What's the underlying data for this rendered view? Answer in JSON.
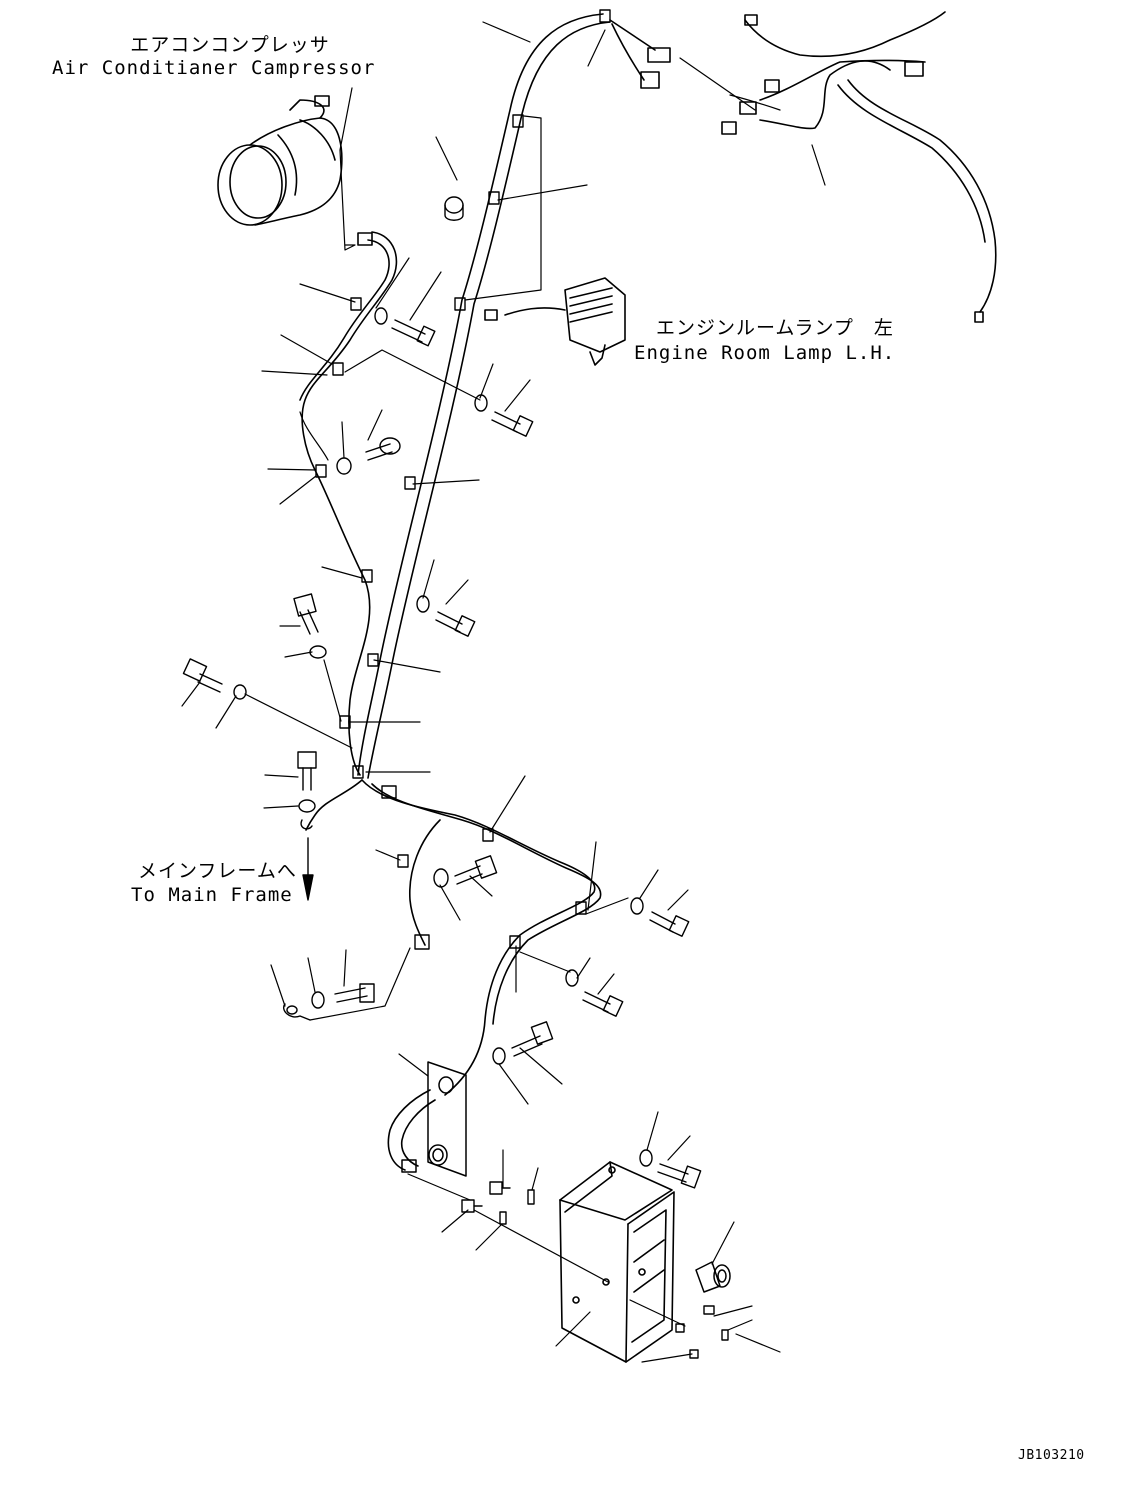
{
  "labels": {
    "compressor_jp": "エアコンコンプレッサ",
    "compressor_en": "Air Conditianer Campressor",
    "lamp_jp": "エンジンルームランプ　左",
    "lamp_en": "Engine Room Lamp L.H.",
    "frame_jp": "メインフレームへ",
    "frame_en": "To Main Frame"
  },
  "drawing_code": "JB103210"
}
